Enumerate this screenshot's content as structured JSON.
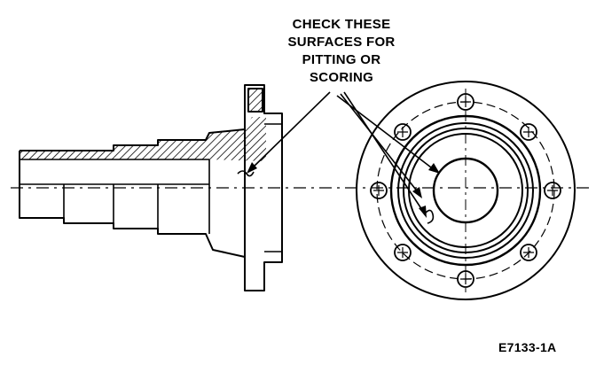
{
  "callout": {
    "lines": [
      "CHECK THESE",
      "SURFACES FOR",
      "PITTING OR",
      "SCORING"
    ]
  },
  "figure_id": "E7133-1A",
  "components": {
    "left_view": "spindle-side-view",
    "right_view": "spindle-end-view"
  },
  "colors": {
    "ink": "#000000",
    "paper": "#ffffff"
  }
}
